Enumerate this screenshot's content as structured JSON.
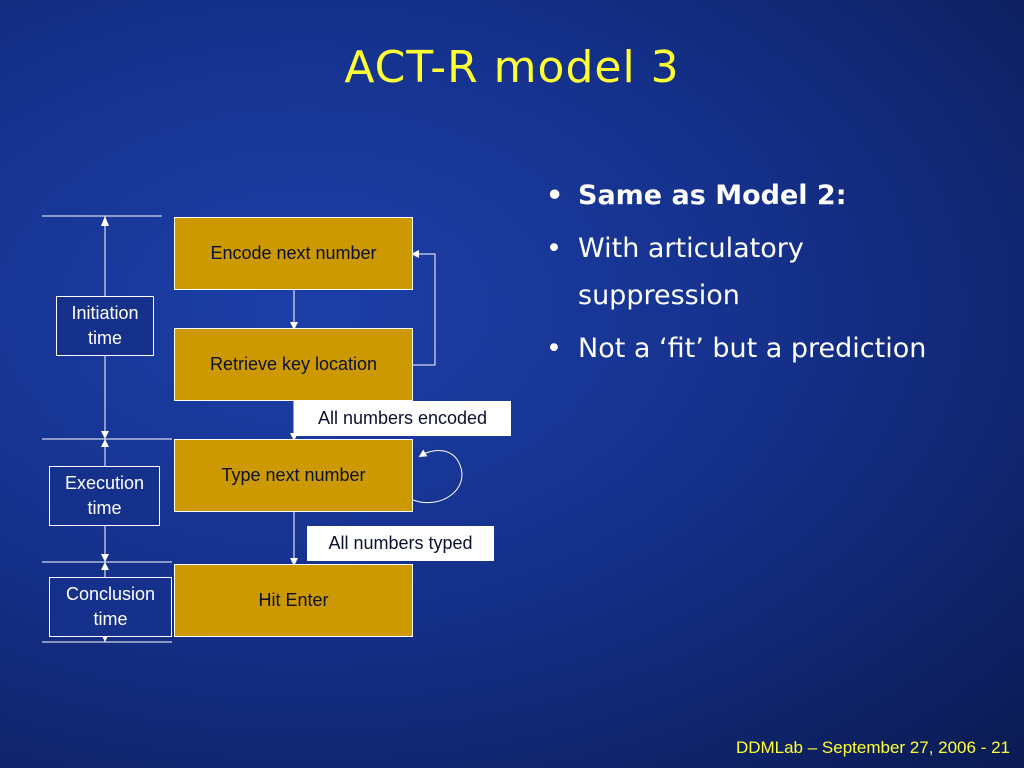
{
  "title": "ACT-R model 3",
  "flow": {
    "steps": [
      "Encode next number",
      "Retrieve key location",
      "Type next number",
      "Hit Enter"
    ],
    "conditions": [
      "All numbers encoded",
      "All numbers typed"
    ]
  },
  "phases": {
    "initiation": "Initiation time",
    "execution": "Execution time",
    "conclusion": "Conclusion time"
  },
  "bullets": [
    "Same as Model 2:",
    "With articulatory suppression",
    "Not a ‘fit’ but a prediction"
  ],
  "footer": "DDMLab – September 27, 2006 - 21",
  "colors": {
    "title": "#ffff33",
    "box_fill": "#cc9900",
    "background": "#15318c"
  }
}
